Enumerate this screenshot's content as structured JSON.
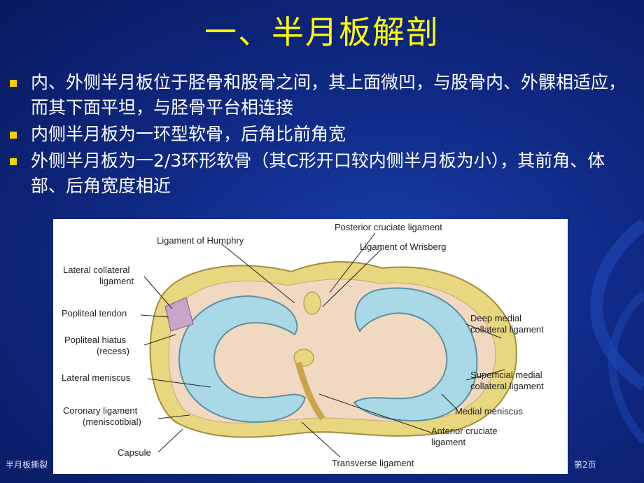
{
  "slide": {
    "title": "一、半月板解剖",
    "bullets": [
      "内、外侧半月板位于胫骨和股骨之间，其上面微凹，与股骨内、外髁相适应，而其下面平坦，与胫骨平台相连接",
      "内侧半月板为一环型软骨，后角比前角宽",
      "外侧半月板为一2/3环形软骨（其C形开口较内侧半月板为小），其前角、体部、后角宽度相近"
    ],
    "footer_left": "半月板撕裂",
    "page_number": "第2页"
  },
  "figure": {
    "labels": {
      "posterior_cruciate": "Posterior  cruciate ligament",
      "humphry": "Ligament of Humphry",
      "wrisberg": "Ligament of Wrisberg",
      "lateral_collateral_1": "Lateral collateral",
      "lateral_collateral_2": "ligament",
      "popliteal_tendon": "Popliteal tendon",
      "popliteal_hiatus_1": "Popliteal hiatus",
      "popliteal_hiatus_2": "(recess)",
      "lateral_meniscus": "Lateral meniscus",
      "coronary_1": "Coronary ligament",
      "coronary_2": "(meniscotibial)",
      "capsule": "Capsule",
      "deep_medial_1": "Deep medial",
      "deep_medial_2": "collateral ligament",
      "superficial_medial_1": "Superficial medial",
      "superficial_medial_2": "collateral ligament",
      "medial_meniscus": "Medial meniscus",
      "anterior_cruciate_1": "Anterior cruciate",
      "anterior_cruciate_2": "ligament",
      "transverse": "Transverse ligament"
    },
    "colors": {
      "meniscus": "#a9d9e6",
      "capsule": "#e8d77e",
      "tendon": "#c9a3c9",
      "surface": "#f0d9c0"
    }
  }
}
